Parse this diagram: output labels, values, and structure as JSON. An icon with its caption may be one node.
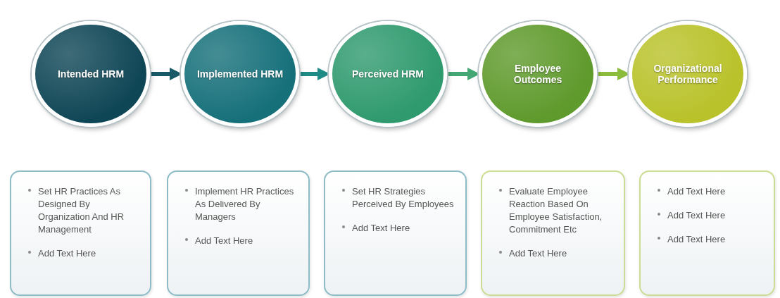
{
  "diagram": {
    "nodes": [
      {
        "text": [
          "Intended HRM"
        ]
      },
      {
        "text": [
          "Implemented HRM"
        ]
      },
      {
        "text": [
          "Perceived HRM"
        ]
      },
      {
        "text": [
          "Employee Outcomes"
        ]
      },
      {
        "text": [
          "Organizational Performance"
        ]
      },
      {
        "text": [
          "Set HR Practices As Designed By Organization And HR Management",
          "Add Text Here"
        ]
      },
      {
        "text": [
          "Implement HR Practices As Delivered By Managers",
          "Add Text Here"
        ]
      },
      {
        "text": [
          "Set HR Strategies Perceived By Employees",
          "Add Text Here"
        ]
      },
      {
        "text": [
          "Evaluate Employee Reaction Based On Employee Satisfaction, Commitment Etc",
          "Add Text Here"
        ]
      },
      {
        "text": [
          "Add Text Here",
          "Add Text Here",
          "Add Text Here"
        ]
      }
    ],
    "edges": [
      {
        "from": 0,
        "to": 1,
        "arrow": "to",
        "color": "#1a5a68"
      },
      {
        "from": 1,
        "to": 2,
        "arrow": "to",
        "color": "#1f8a86"
      },
      {
        "from": 2,
        "to": 3,
        "arrow": "to",
        "color": "#45a874"
      },
      {
        "from": 3,
        "to": 4,
        "arrow": "to",
        "color": "#8cbc3c"
      }
    ]
  }
}
